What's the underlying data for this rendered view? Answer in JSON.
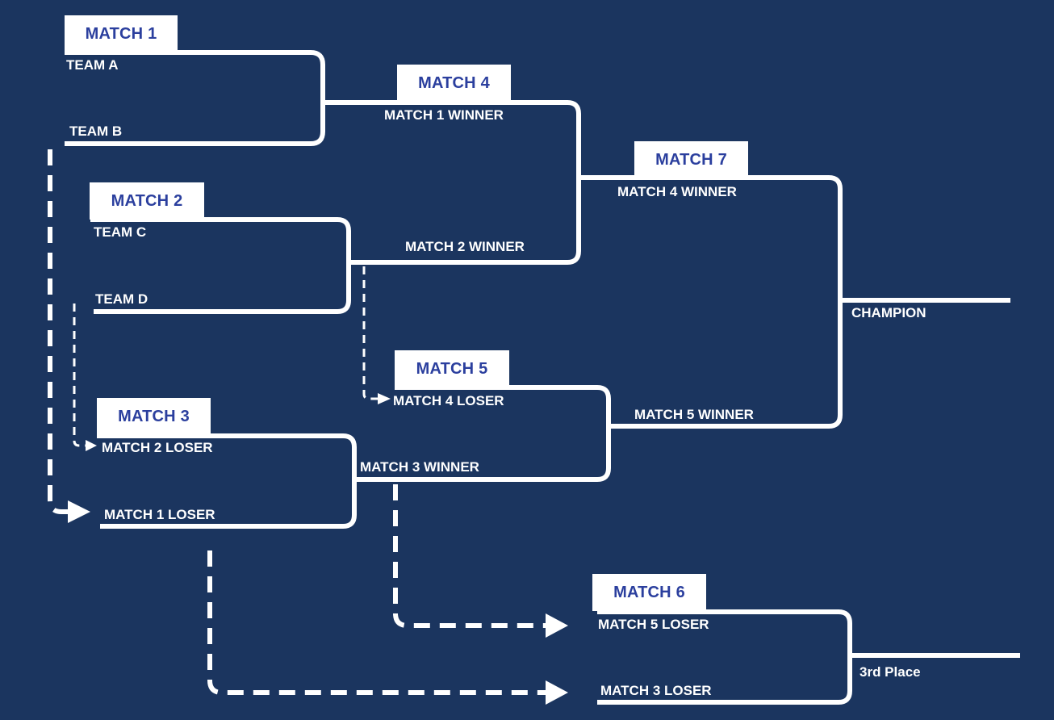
{
  "matches": {
    "m1": "MATCH 1",
    "m2": "MATCH 2",
    "m3": "MATCH 3",
    "m4": "MATCH 4",
    "m5": "MATCH 5",
    "m6": "MATCH 6",
    "m7": "MATCH 7"
  },
  "slots": {
    "team_a": "TEAM A",
    "team_b": "TEAM B",
    "team_c": "TEAM C",
    "team_d": "TEAM D",
    "match1_winner": "MATCH 1 WINNER",
    "match2_winner": "MATCH 2 WINNER",
    "match4_winner": "MATCH 4 WINNER",
    "match4_loser": "MATCH 4 LOSER",
    "match2_loser": "MATCH 2 LOSER",
    "match3_winner": "MATCH 3 WINNER",
    "match1_loser": "MATCH 1 LOSER",
    "match5_winner": "MATCH 5 WINNER",
    "match5_loser": "MATCH 5 LOSER",
    "match3_loser": "MATCH 3 LOSER"
  },
  "results": {
    "champion": "CHAMPION",
    "third_place": "3rd Place"
  },
  "colors": {
    "background": "#1b355f",
    "line": "#ffffff",
    "box_text": "#2b3f9e"
  }
}
